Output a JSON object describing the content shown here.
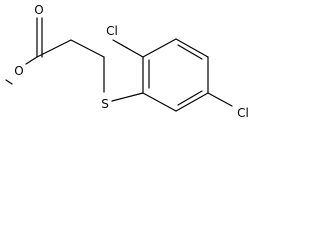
{
  "molecule": {
    "atoms": {
      "carbonyl_oxygen": "O",
      "ester_oxygen": "O",
      "sulfur": "S",
      "chlorine_ortho": "Cl",
      "chlorine_meta": "Cl"
    }
  }
}
